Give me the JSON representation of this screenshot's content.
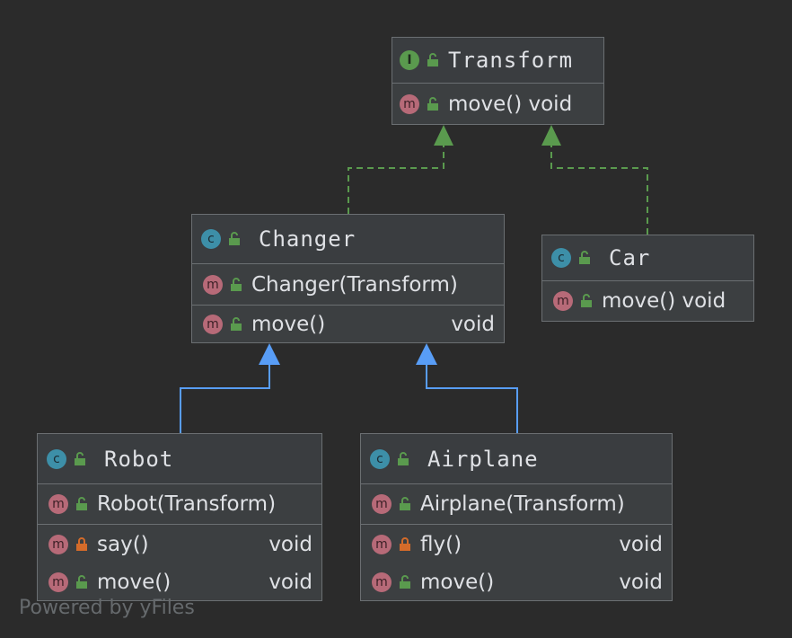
{
  "nodes": {
    "transform": {
      "kind": "I",
      "name": "Transform",
      "members": [
        {
          "kind": "m",
          "text": "move() void",
          "type": "",
          "access": "public"
        }
      ]
    },
    "changer": {
      "kind": "C",
      "name": "Changer",
      "members": [
        {
          "kind": "m",
          "text": "Changer(Transform)",
          "type": "",
          "access": "public"
        },
        {
          "kind": "m",
          "text": "move()",
          "type": "void",
          "access": "public"
        }
      ]
    },
    "car": {
      "kind": "C",
      "name": "Car",
      "members": [
        {
          "kind": "m",
          "text": "move() void",
          "type": "",
          "access": "public"
        }
      ]
    },
    "robot": {
      "kind": "C",
      "name": "Robot",
      "members": [
        {
          "kind": "m",
          "text": "Robot(Transform)",
          "type": "",
          "access": "public"
        },
        {
          "kind": "m",
          "text": "say()",
          "type": "void",
          "access": "private"
        },
        {
          "kind": "m",
          "text": "move()",
          "type": "void",
          "access": "public"
        }
      ]
    },
    "airplane": {
      "kind": "C",
      "name": "Airplane",
      "members": [
        {
          "kind": "m",
          "text": "Airplane(Transform)",
          "type": "",
          "access": "public"
        },
        {
          "kind": "m",
          "text": "fly()",
          "type": "void",
          "access": "private"
        },
        {
          "kind": "m",
          "text": "move()",
          "type": "void",
          "access": "public"
        }
      ]
    }
  },
  "edges": [
    {
      "from": "changer",
      "to": "transform",
      "relation": "implements"
    },
    {
      "from": "car",
      "to": "transform",
      "relation": "implements"
    },
    {
      "from": "robot",
      "to": "changer",
      "relation": "extends"
    },
    {
      "from": "airplane",
      "to": "changer",
      "relation": "extends"
    }
  ],
  "colors": {
    "implements": "#5a9a4e",
    "extends": "#589df6",
    "public_lock": "#5a9a4e",
    "private_lock": "#d46b2a"
  },
  "watermark": "Powered by yFiles"
}
